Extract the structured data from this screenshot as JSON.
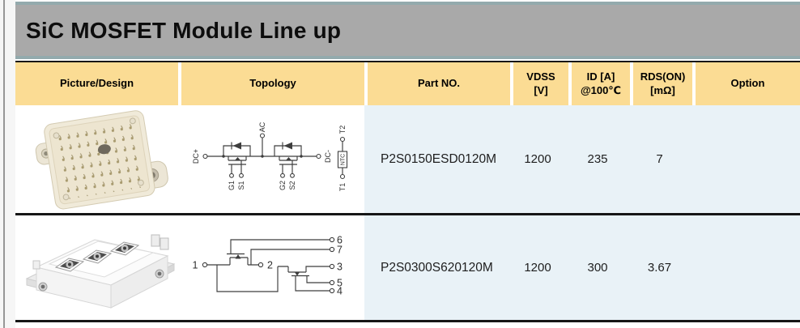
{
  "page": {
    "title": "SiC MOSFET Module Line up"
  },
  "colors": {
    "title_bar_bg": "#a9a9a9",
    "accent_line": "#93aaad",
    "header_cell_bg": "#fbdc94",
    "spec_area_bg": "#e9f2f7",
    "divider": "#161616"
  },
  "table": {
    "headers": {
      "picture": "Picture/Design",
      "topology": "Topology",
      "part_no": "Part NO.",
      "vdss_l1": "VDSS",
      "vdss_l2": "[V]",
      "id_l1": "ID [A]",
      "id_l2": "@100℃",
      "rds_l1": "RDS(ON)",
      "rds_l2": "[mΩ]",
      "option": "Option"
    },
    "rows": [
      {
        "part_no": "P2S0150ESD0120M",
        "vdss": "1200",
        "id_a": "235",
        "rds_on": "7",
        "option": "",
        "topology": {
          "dc_plus": "DC+",
          "ac": "AC",
          "dc_minus": "DC-",
          "g1": "G1",
          "s1": "S1",
          "g2": "G2",
          "s2": "S2",
          "t2": "T2",
          "t1": "T1",
          "ntc": "NTC"
        }
      },
      {
        "part_no": "P2S0300S620120M",
        "vdss": "1200",
        "id_a": "300",
        "rds_on": "3.67",
        "option": "",
        "topology": {
          "p1": "1",
          "p2": "2",
          "p3": "3",
          "p4": "4",
          "p5": "5",
          "p6": "6",
          "p7": "7"
        }
      }
    ]
  }
}
